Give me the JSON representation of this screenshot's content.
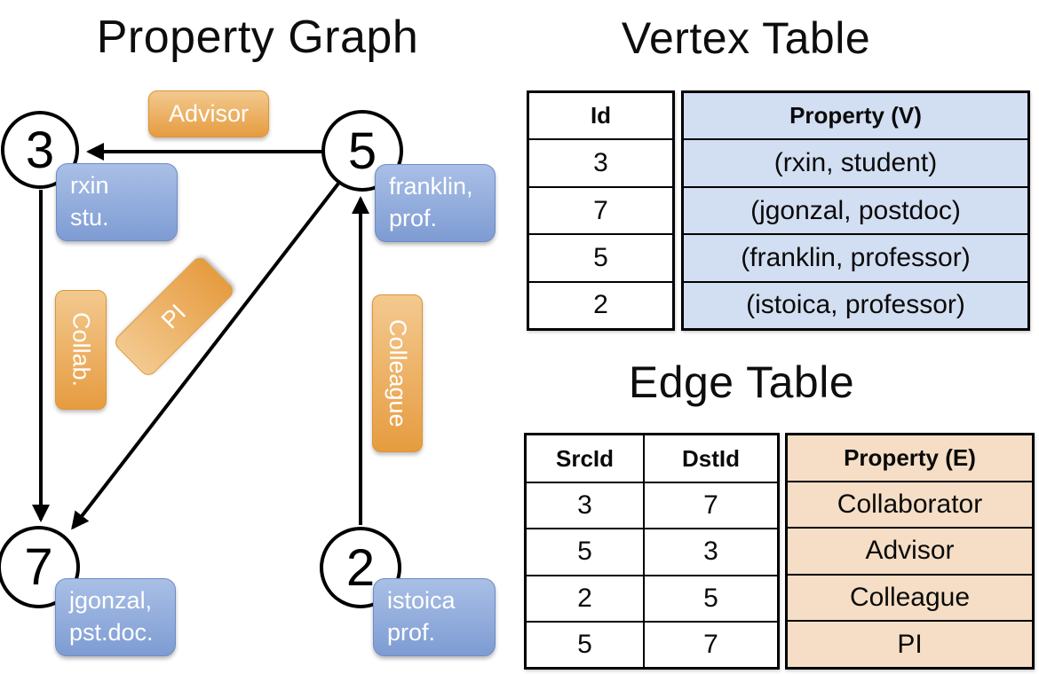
{
  "titles": {
    "property_graph": "Property Graph",
    "vertex_table": "Vertex Table",
    "edge_table": "Edge Table"
  },
  "graph": {
    "nodes": [
      {
        "id": "3",
        "line1": "rxin",
        "line2": "stu."
      },
      {
        "id": "5",
        "line1": "franklin,",
        "line2": "prof."
      },
      {
        "id": "7",
        "line1": "jgonzal,",
        "line2": "pst.doc."
      },
      {
        "id": "2",
        "line1": "istoica",
        "line2": "prof."
      }
    ],
    "edge_labels": {
      "advisor": "Advisor",
      "collab": "Collab.",
      "pi": "PI",
      "colleague": "Colleague"
    }
  },
  "vertex_table": {
    "columns": {
      "id": "Id",
      "property": "Property (V)"
    },
    "rows": [
      {
        "id": "3",
        "property": "(rxin, student)"
      },
      {
        "id": "7",
        "property": "(jgonzal, postdoc)"
      },
      {
        "id": "5",
        "property": "(franklin, professor)"
      },
      {
        "id": "2",
        "property": "(istoica, professor)"
      }
    ]
  },
  "edge_table": {
    "columns": {
      "src": "SrcId",
      "dst": "DstId",
      "property": "Property (E)"
    },
    "rows": [
      {
        "src": "3",
        "dst": "7",
        "property": "Collaborator"
      },
      {
        "src": "5",
        "dst": "3",
        "property": "Advisor"
      },
      {
        "src": "2",
        "dst": "5",
        "property": "Colleague"
      },
      {
        "src": "5",
        "dst": "7",
        "property": "PI"
      }
    ]
  },
  "colors": {
    "edge_label_gradient_top": "#f3c98f",
    "edge_label_gradient_bottom": "#e69c40",
    "vertex_label_gradient_top": "#a9bfe6",
    "vertex_label_gradient_bottom": "#7e9cd3",
    "vertex_property_fill": "#d2def1",
    "edge_property_fill": "#f5dec5",
    "line_color": "#000000"
  }
}
